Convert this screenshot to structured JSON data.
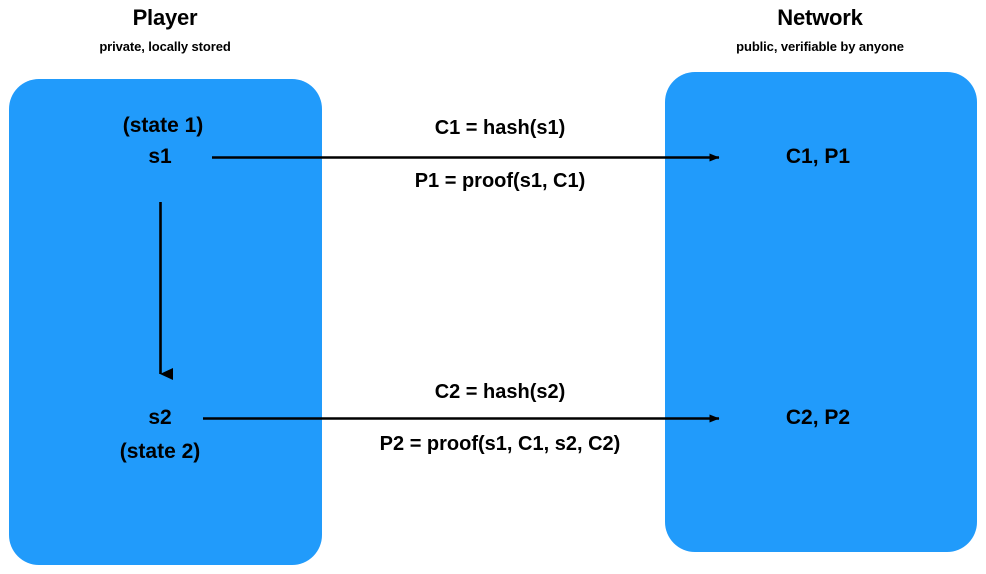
{
  "diagram": {
    "background_color": "#ffffff",
    "panel_color": "#219BFB",
    "line_color": "#000000",
    "columns": [
      {
        "key": "player",
        "title": "Player",
        "subtitle": "private, locally stored"
      },
      {
        "key": "network",
        "title": "Network",
        "subtitle": "public, verifiable by anyone"
      }
    ],
    "player_panel": {
      "state1_label": "(state 1)",
      "state1_value": "s1",
      "state2_value": "s2",
      "state2_label": "(state 2)"
    },
    "network_panel": {
      "row1": "C1, P1",
      "row2": "C2, P2"
    },
    "transitions": [
      {
        "key": "t1",
        "top_label": "C1 = hash(s1)",
        "bottom_label": "P1 = proof(s1, C1)"
      },
      {
        "key": "t2",
        "top_label": "C2 = hash(s2)",
        "bottom_label": "P2 = proof(s1, C1, s2, C2)"
      }
    ],
    "state_transition_arrow": {
      "direction": "down",
      "from": "s1",
      "to": "s2"
    }
  }
}
